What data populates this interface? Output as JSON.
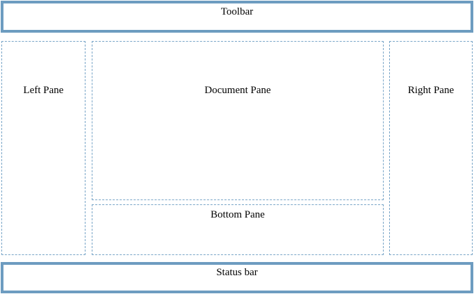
{
  "diagram": {
    "toolbar": {
      "label": "Toolbar"
    },
    "left_pane": {
      "label": "Left Pane"
    },
    "document_pane": {
      "label": "Document Pane"
    },
    "right_pane": {
      "label": "Right Pane"
    },
    "bottom_pane": {
      "label": "Bottom Pane"
    },
    "status_bar": {
      "label": "Status bar"
    }
  },
  "colors": {
    "solid_border": "#6d9cc0",
    "dashed_border": "#77a4c7",
    "background": "#ffffff",
    "text": "#000000"
  }
}
